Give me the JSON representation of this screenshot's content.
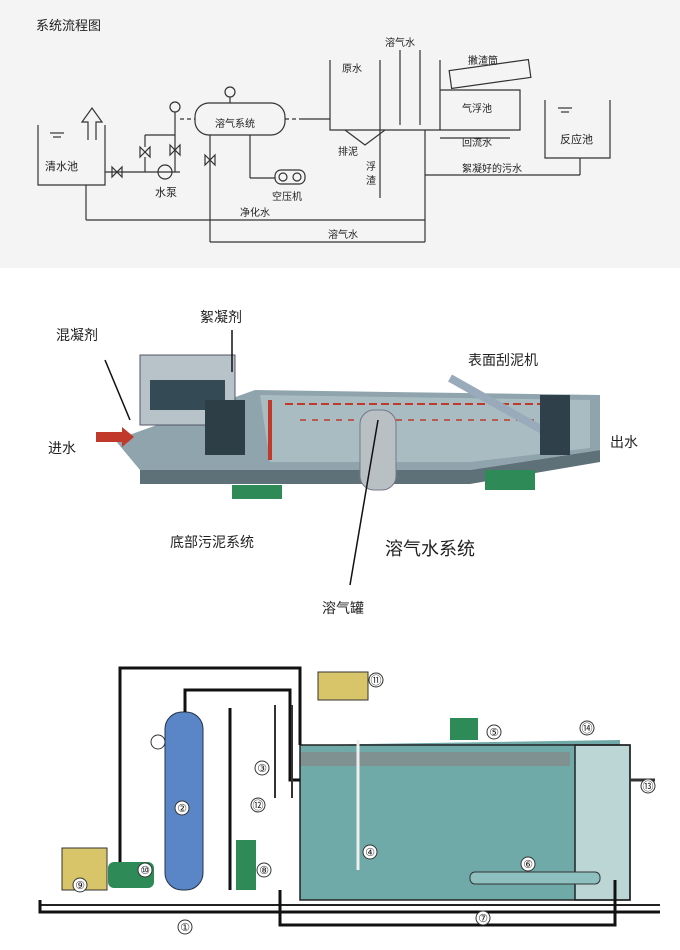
{
  "panel1": {
    "title": "系统流程图",
    "labels": {
      "clear_pool": "清水池",
      "dissolved_air_system": "溶气系统",
      "water_pump": "水泵",
      "air_compressor": "空压机",
      "raw_water": "原水",
      "dissolved_water_top": "溶气水",
      "scraper": "撇渣筒",
      "air_flotation": "气浮池",
      "return_water": "回流水",
      "sludge_discharge": "排泥",
      "float_scum": "浮渣",
      "flocculated_water": "絮凝好的污水",
      "reaction_pool": "反应池",
      "purified_water": "净化水",
      "dissolved_water_bottom": "溶气水"
    }
  },
  "panel2": {
    "labels": {
      "coagulant": "混凝剂",
      "flocculant": "絮凝剂",
      "surface_scraper": "表面刮泥机",
      "inlet": "进水",
      "outlet": "出水",
      "bottom_sludge": "底部污泥系统",
      "dissolved_water_system": "溶气水系统",
      "dissolved_tank": "溶气罐"
    }
  },
  "panel3": {
    "numbers": [
      "①",
      "②",
      "③",
      "④",
      "⑤",
      "⑥",
      "⑦",
      "⑧",
      "⑨",
      "⑩",
      "⑪",
      "⑫",
      "⑬",
      "⑭"
    ]
  },
  "colors": {
    "tank_blue": "#5a86c8",
    "water_teal": "#6fa9a8",
    "pump_green": "#2e8b57",
    "mixer_yellow": "#d8c56a",
    "arrow_red": "#c0392b"
  }
}
